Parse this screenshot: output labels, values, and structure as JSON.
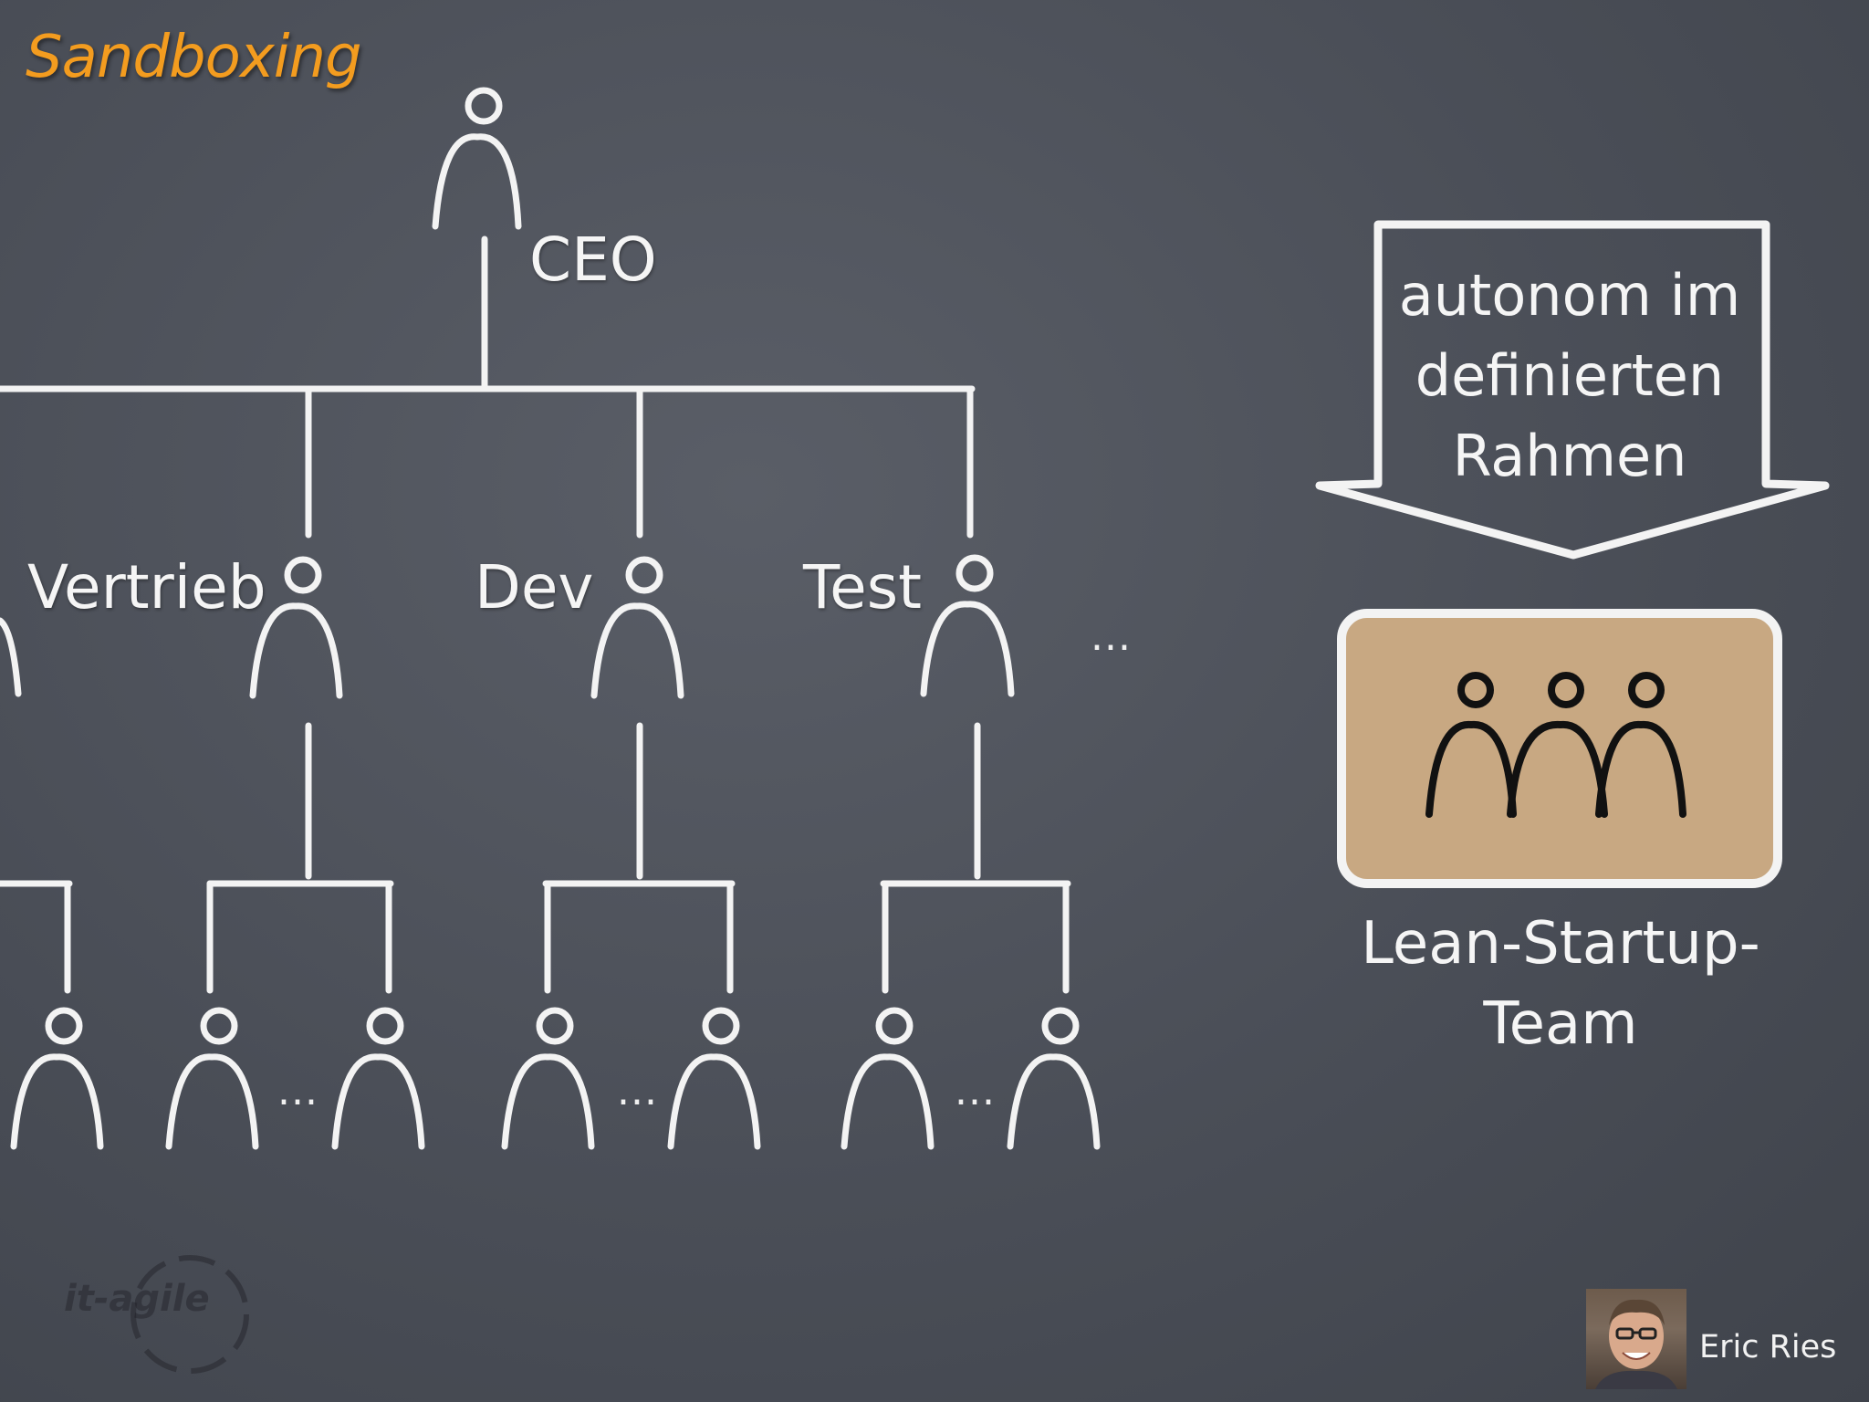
{
  "slide": {
    "title": "Sandboxing",
    "ceo_label": "CEO",
    "departments": [
      "Vertrieb",
      "Dev",
      "Test"
    ],
    "more_departments": "...",
    "ellipsis": "...",
    "arrow_text": [
      "autonom im",
      "definierten",
      "Rahmen"
    ],
    "team_label": [
      "Lean-Startup-",
      "Team"
    ],
    "watermark": "it-agile",
    "presenter_name": "Eric Ries"
  },
  "colors": {
    "title": "#f39c1f",
    "chalk": "#f3f3f3",
    "background": "#4a4e57",
    "team_box_fill": "#c8a882",
    "team_icons": "#111111"
  }
}
